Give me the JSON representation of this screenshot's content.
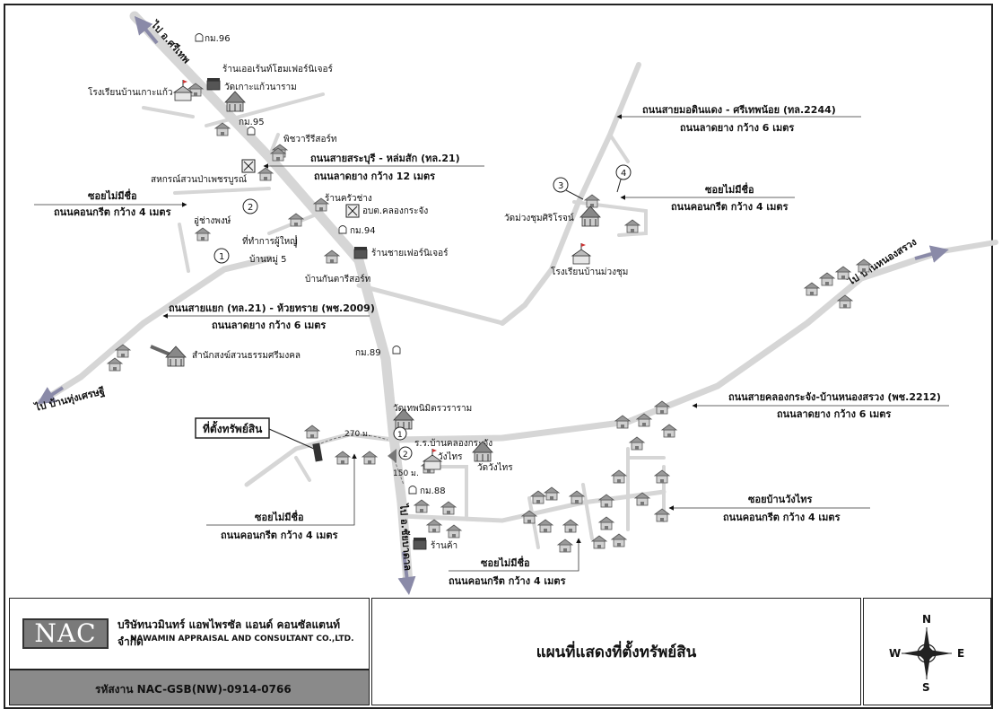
{
  "map": {
    "road_labels": {
      "to_si_thep": "ไป อ.ศรีเทพ",
      "to_chai_badan": "ไป อ.ชัยบาดาล",
      "to_ban_thung_setthi": "ไป บ้านทุ่งเศรษฐี",
      "to_ban_nong_sawong": "ไป บ้านหนองสรวง"
    },
    "places": {
      "km96": "กม.96",
      "furniture_shop": "ร้านเออเร้นท์โฮมเฟอร์นิเจอร์",
      "wat_ko_kaeo": "วัดเกาะแก้วนาราม",
      "school_ko_kaeo": "โรงเรียนบ้านเกาะแก้ว",
      "km95": "กม.95",
      "pichawaree_resort": "พิชวารีรีสอร์ท",
      "coop": "สหกรณ์สวนป่าเพชรบูรณ์",
      "repair_shop": "อู่ช่างพงษ์",
      "khrua_chang": "ร้านครัวช่าง",
      "obt": "อบต.คลองกระจัง",
      "village_head_office": "ที่ทำการผู้ใหญ่",
      "km94": "กม.94",
      "village_5": "บ้านหมู่ 5",
      "furniture_store": "ร้านชายเฟอร์นิเจอร์",
      "kanthari_resort": "บ้านกันตารีสอร์ท",
      "wat_muang_chum": "วัดม่วงชุมศิริโรจน์",
      "school_muang_chum": "โรงเรียนบ้านม่วงชุม",
      "sanak_song": "สำนักสงฆ์สวนธรรมศรีมงคล",
      "km89": "กม.89",
      "wat_thep_nimit": "วัดเทพนิมิตรวราราม",
      "school_klong_krachang": "ร.ร.บ้านคลองกระจัง",
      "wang_sai": "วังไทร",
      "wat_wang_sai": "วัดวังไทร",
      "km88": "กม.88",
      "shop": "ร้านค้า",
      "property_location": "ที่ตั้งทรัพย์สิน",
      "dist_270": "270 ม.",
      "dist_150": "150 ม."
    },
    "markers": {
      "m1": "1",
      "m2": "2",
      "m3": "3",
      "m4": "4"
    },
    "callouts": {
      "hwy21_name": "ถนนสายสระบุรี - หล่มสัก (ทล.21)",
      "hwy21_surface": "ถนนลาดยาง กว้าง 12 เมตร",
      "road2244_name": "ถนนสายมอดินแดง - ศรีเทพน้อย (ทล.2244)",
      "road2244_surface": "ถนนลาดยาง กว้าง 6 เมตร",
      "soi_nw_name": "ซอยไม่มีชื่อ",
      "soi_nw_surface": "ถนนคอนกรีต กว้าง 4 เมตร",
      "soi_ne_name": "ซอยไม่มีชื่อ",
      "soi_ne_surface": "ถนนคอนกรีต กว้าง 4 เมตร",
      "road2009_name": "ถนนสายแยก (ทล.21) - ห้วยทราย (พช.2009)",
      "road2009_surface": "ถนนลาดยาง กว้าง 6 เมตร",
      "road2212_name": "ถนนสายคลองกระจัง-บ้านหนองสรวง (พช.2212)",
      "road2212_surface": "ถนนลาดยาง กว้าง 6 เมตร",
      "soi_wangsai_name": "ซอยบ้านวังไทร",
      "soi_wangsai_surface": "ถนนคอนกรีต กว้าง 4 เมตร",
      "soi_sw_name": "ซอยไม่มีชื่อ",
      "soi_sw_surface": "ถนนคอนกรีต กว้าง 4 เมตร",
      "soi_s_name": "ซอยไม่มีชื่อ",
      "soi_s_surface": "ถนนคอนกรีต กว้าง 4 เมตร"
    }
  },
  "footer": {
    "logo_text": "NAC",
    "company_th": "บริษัทนวมินทร์ แอพไพรซัล แอนด์ คอนซัลแตนท์ จำกัด",
    "company_en": "NAWAMIN APPRAISAL AND CONSULTANT CO.,LTD.",
    "code": "รหัสงาน  NAC-GSB(NW)-0914-0766",
    "title": "แผนที่แสดงที่ตั้งทรัพย์สิน",
    "compass": {
      "n": "N",
      "s": "S",
      "e": "E",
      "w": "W"
    }
  },
  "colors": {
    "road": "#d6d6d6",
    "arrow": "#8a8aa8",
    "house": "#b9b9b9",
    "footer_band": "#8a8a8a"
  }
}
